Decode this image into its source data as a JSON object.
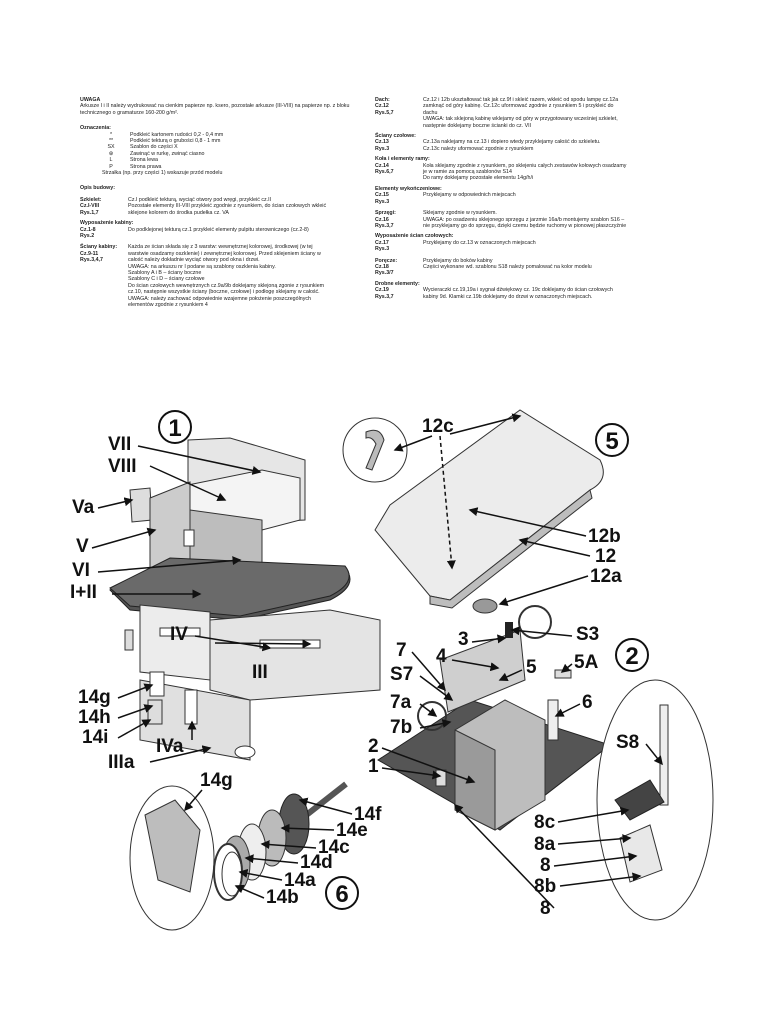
{
  "left": {
    "uwaga_title": "UWAGA",
    "uwaga_text": "Arkusze I i II należy wydrukować na cienkim papierze np. ksero, pozostałe arkusze (III-VIII) na papierze np. z bloku technicznego o gramaturze 160-200 g/m².",
    "oznaczenia_title": "Oznaczenia:",
    "legend": [
      {
        "sym": "*",
        "text": "Podkleić kartonem rudości 0,2 - 0,4 mm"
      },
      {
        "sym": "**",
        "text": "Podkleić tekturą o grubości 0,8 - 1 mm"
      },
      {
        "sym": "SX",
        "text": "Szablon do części X"
      },
      {
        "sym": "⊛",
        "text": "Zawinąć w rurkę, zwinąć ciasno"
      },
      {
        "sym": "L",
        "text": "Strona lewa"
      },
      {
        "sym": "P",
        "text": "Strona prawa"
      }
    ],
    "strzalka": "Strzałka (np. przy części 1) wskazuje przód modelu",
    "opis_title": "Opis budowy:",
    "sections": [
      {
        "gap": true,
        "rows": [
          {
            "k": "Szkielet:",
            "v": "Cz.I podkleić tekturą, wyciąć otwory pod wręgi, przykleić cz.II"
          },
          {
            "k": "Cz.I-VIII",
            "v": "Pozostałe elementy III-VIII przykleić zgodnie z rysunkiem, do ścian czołowych wkleić"
          },
          {
            "k": "Rys.1,7",
            "v": "sklejone kolorem do środka pudełka cz. VA"
          }
        ]
      },
      {
        "title": "Wyposażenie kabiny:",
        "rows": [
          {
            "k": "Cz.1-8",
            "v": "Do podklejonej tekturą cz.1 przykleić elementy pulpitu sterowniczego (cz.2-8)"
          },
          {
            "k": "Rys.2",
            "v": ""
          }
        ]
      },
      {
        "gap": true,
        "rows": [
          {
            "k": "Ściany kabiny:",
            "v": "Każda ze ścian składa się z 3 warstw: wewnętrznej kolorowej, środkowej (w tej"
          },
          {
            "k": "Cz.9-11",
            "v": "warstwie osadzamy oszklenie) i zewnętrznej kolorowej. Przed sklejeniem ściany w"
          },
          {
            "k": "Rys.3,4,7",
            "v": "całość należy dokładnie wyciąć otwory pod okna i drzwi."
          },
          {
            "k": "",
            "v": "UWAGA: na arkuszu nr I podane są szablony oszklenia kabiny."
          },
          {
            "k": "",
            "v": "Szablony A i B – ściany boczne"
          },
          {
            "k": "",
            "v": "Szablony C i D – ściany czołowe"
          },
          {
            "k": "",
            "v": "Do ścian czołowych wewnętrznych cz.9a/9b doklejamy sklejoną zgonie z rysunkiem"
          },
          {
            "k": "",
            "v": "cz.10, następnie wszystkie ściany (boczne, czołowe) i podłogę sklejamy w całość."
          },
          {
            "k": "",
            "v": "UWAGA: należy zachować odpowiednie wzajemne położenie poszczególnych"
          },
          {
            "k": "",
            "v": "elementów zgodnie z rysunkiem 4"
          }
        ]
      }
    ]
  },
  "right": {
    "sections": [
      {
        "rows": [
          {
            "k": "Dach:",
            "v": "Cz.12 i 12b ukształtować tak jak cz.9f i skleić razem, wkleić od spodu lampę cz.12a"
          },
          {
            "k": "Cz.12",
            "v": "zamknąć od góry kabinę. Cz.12c uformować zgodnie z rysunkiem 5 i przykleić do"
          },
          {
            "k": "Rys.5,7",
            "v": "dachu"
          },
          {
            "k": "",
            "v": ""
          },
          {
            "k": "",
            "v": "UWAGA: tak sklejoną kabinę wklejamy od góry w przygotowany wcześniej szkielet,"
          },
          {
            "k": "",
            "v": "następnie doklejamy boczne ścianki do cz. VII"
          }
        ]
      },
      {
        "title": "Ściany czołowe:",
        "rows": [
          {
            "k": "Cz.13",
            "v": "Cz.13a naklejamy na cz.13 i dopiero wtedy przyklejamy całość do szkieletu."
          },
          {
            "k": "Rys.3",
            "v": "Cz.13c należy uformować zgodnie z rysunkiem"
          }
        ]
      },
      {
        "title": "Koła i elementy ramy:",
        "rows": [
          {
            "k": "Cz.14",
            "v": "Koła sklejamy zgodnie z rysunkiem, po sklejeniu całych zestawów kołowych osadzamy"
          },
          {
            "k": "Rys.6,7",
            "v": "je w ramie za pomocą szablonów S14"
          },
          {
            "k": "",
            "v": "Do ramy doklejamy pozostałe elementu 14g/h/i"
          }
        ]
      },
      {
        "title": "Elementy wykończeniowe:",
        "rows": [
          {
            "k": "Cz.15",
            "v": "Przyklejamy w odpowiednich miejscach"
          },
          {
            "k": "Rys.3",
            "v": ""
          }
        ]
      },
      {
        "gap": true,
        "rows": [
          {
            "k": "Sprzęgi:",
            "v": "Sklejamy zgodnie w rysunkiem."
          },
          {
            "k": "Cz.16",
            "v": "UWAGA: po osadzeniu sklejonego sprzęgu z jarzmie 16a/b montujemy szablon S16 –"
          },
          {
            "k": "Rys.3,7",
            "v": "nie przyklejamy go do sprzęgu, dzięki czemu będzie ruchomy w pionowej płaszczyźnie"
          }
        ]
      },
      {
        "title": "Wyposażenie ścian czołowych:",
        "rows": [
          {
            "k": "Cz.17",
            "v": "Przyklejamy do cz.13 w oznaczonych miejscach"
          },
          {
            "k": "Rys.3",
            "v": ""
          }
        ]
      },
      {
        "gap": true,
        "rows": [
          {
            "k": "Poręcze:",
            "v": "Przyklejamy do boków kabiny"
          },
          {
            "k": "Cz.18",
            "v": "Części wykonane wd. szablonu S18 należy pomalować na kolor modelu"
          },
          {
            "k": "Rys.3/7",
            "v": ""
          }
        ]
      },
      {
        "title": "Drobne elementy:",
        "rows": [
          {
            "k": "Cz.19",
            "v": "Wycieraczki cz.19,19a i sygnał dźwiękowy cz. 19c doklejamy do ścian czołowych"
          },
          {
            "k": "Rys.3,7",
            "v": "kabiny 9d. Klamki cz.19b doklejamy do drzwi w oznaczonych miejscach."
          }
        ]
      }
    ]
  },
  "figures": {
    "numbers": [
      "1",
      "2",
      "5",
      "6"
    ],
    "labels": {
      "vii": "VII",
      "viii": "VIII",
      "va": "Va",
      "v": "V",
      "vi": "VI",
      "i_ii": "I+II",
      "iv": "IV",
      "iii": "III",
      "iva": "IVa",
      "iiia": "IIIa",
      "p14g": "14g",
      "p14h": "14h",
      "p14i": "14i",
      "p14g_b": "14g",
      "p14f": "14f",
      "p14e": "14e",
      "p14c": "14c",
      "p14d": "14d",
      "p14a": "14a",
      "p14b": "14b",
      "p12c": "12c",
      "p12b": "12b",
      "p12": "12",
      "p12a": "12a",
      "p3": "3",
      "p4": "4",
      "s3": "S3",
      "p7": "7",
      "s7": "S7",
      "p5": "5",
      "p5a": "5A",
      "p7a": "7a",
      "p6": "6",
      "p7b": "7b",
      "p2": "2",
      "p1": "1",
      "s8": "S8",
      "p8c": "8c",
      "p8a": "8a",
      "p8": "8",
      "p8b": "8b",
      "p8_b": "8"
    }
  }
}
